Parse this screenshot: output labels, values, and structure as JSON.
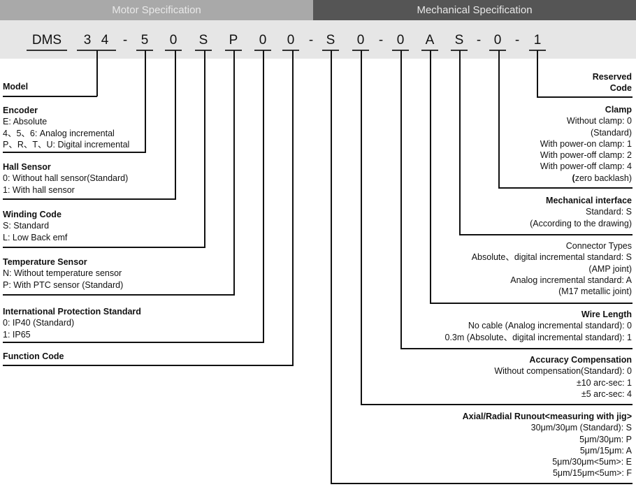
{
  "headers": {
    "motor": "Motor Specification",
    "mechanical": "Mechanical Specification"
  },
  "code": [
    "DMS",
    "3",
    "4",
    "-",
    "5",
    "0",
    "S",
    "P",
    "0",
    "0",
    "-",
    "S",
    "0",
    "-",
    "0",
    "A",
    "S",
    "-",
    "0",
    "-",
    "1"
  ],
  "left": {
    "model": {
      "title": "Model"
    },
    "encoder": {
      "title": "Encoder",
      "lines": [
        "E: Absolute",
        "4、5、6: Analog incremental",
        "P、R、T、U: Digital incremental"
      ]
    },
    "hall": {
      "title": "Hall Sensor",
      "lines": [
        "0: Without hall sensor(Standard)",
        "1: With hall sensor"
      ]
    },
    "winding": {
      "title": "Winding Code",
      "lines": [
        "S: Standard",
        "L: Low Back emf"
      ]
    },
    "temp": {
      "title": "Temperature Sensor",
      "lines": [
        "N: Without temperature sensor",
        "P: With PTC sensor (Standard)"
      ]
    },
    "ip": {
      "title": "International Protection Standard",
      "lines": [
        "0: IP40 (Standard)",
        "1: IP65"
      ]
    },
    "function": {
      "title": "Function Code"
    }
  },
  "right": {
    "reserved": {
      "title": [
        "Reserved",
        "Code"
      ]
    },
    "clamp": {
      "title": "Clamp",
      "lines": [
        "Without clamp: 0",
        "(Standard)",
        "With power-on clamp: 1",
        "With power-off clamp: 2",
        "With power-off clamp: 4"
      ],
      "last_bold": "(",
      "last_rest": "zero backlash)"
    },
    "mech": {
      "title": "Mechanical interface",
      "lines": [
        "Standard: S",
        "(According to the drawing)"
      ]
    },
    "connector": {
      "title": "Connector Types",
      "lines": [
        "Absolute、digital incremental standard: S",
        "(AMP joint)",
        "Analog incremental standard: A",
        "(M17 metallic joint)"
      ]
    },
    "wire": {
      "title": "Wire Length",
      "lines": [
        "No cable (Analog incremental standard): 0",
        "0.3m (Absolute、digital incremental standard): 1"
      ]
    },
    "accuracy": {
      "title": "Accuracy Compensation",
      "lines": [
        "Without compensation(Standard): 0",
        "±10 arc-sec: 1",
        "±5 arc-sec: 4"
      ]
    },
    "runout": {
      "title": "Axial/Radial Runout<measuring with jig>",
      "lines": [
        "30μm/30μm (Standard): S",
        "5μm/30μm: P",
        "5μm/15μm: A",
        "5μm/30μm<5um>: E",
        "5μm/15μm<5um>: F"
      ]
    }
  }
}
